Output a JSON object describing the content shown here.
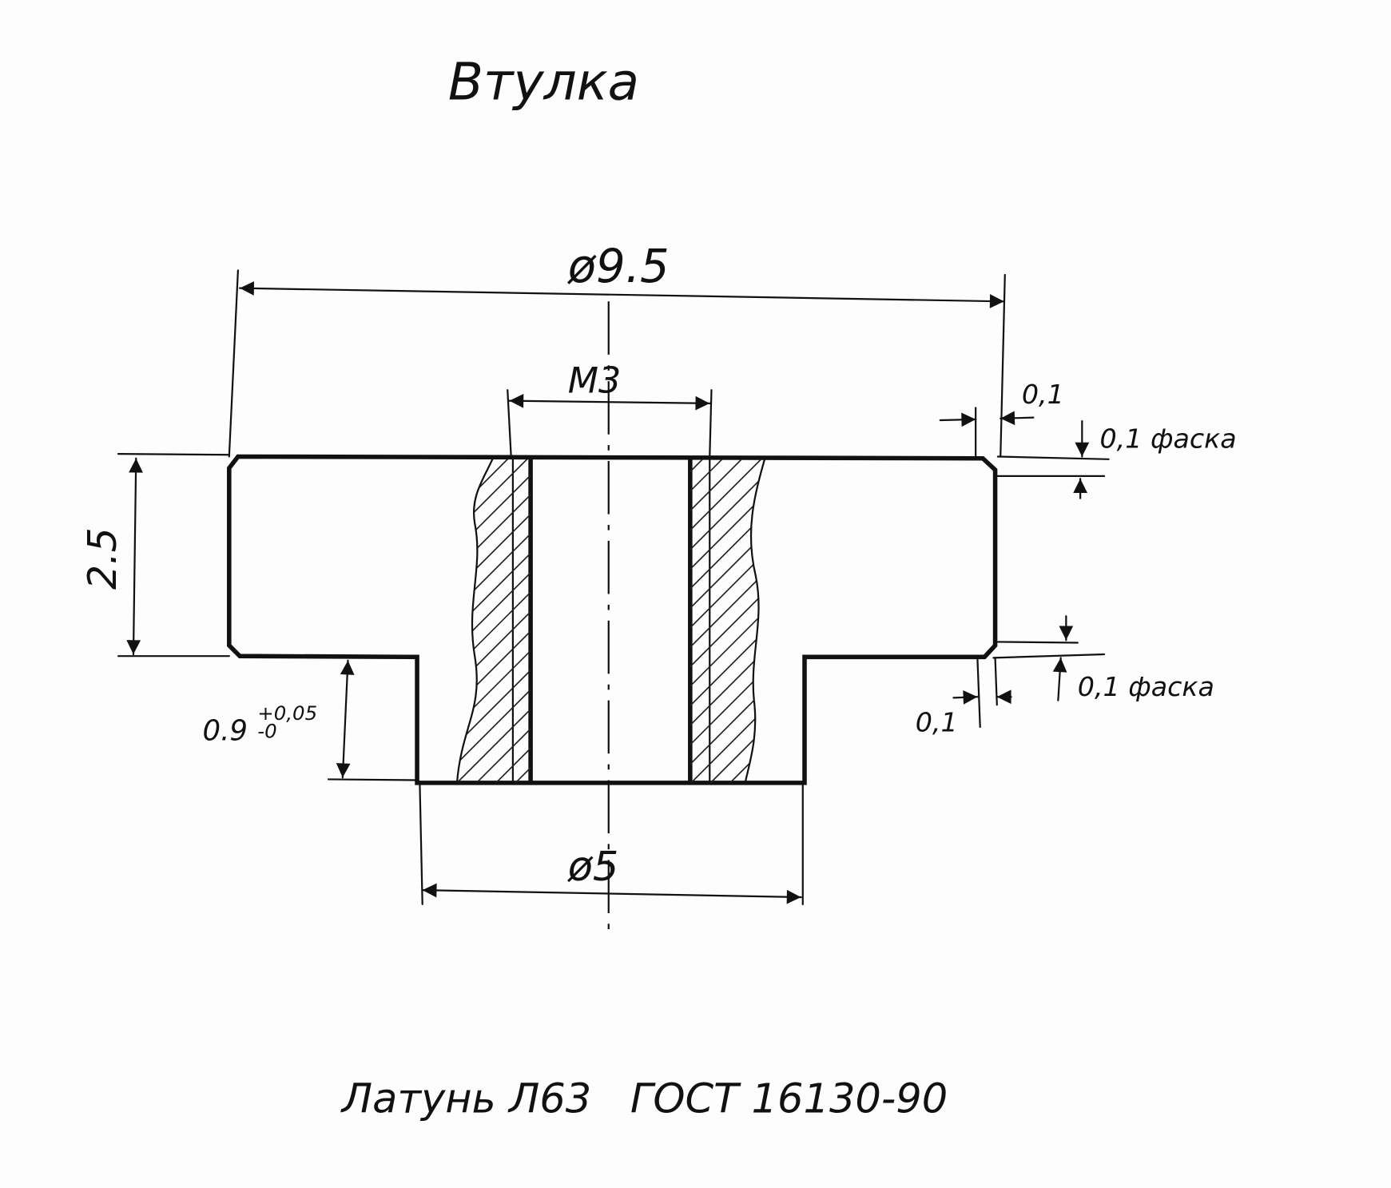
{
  "title": "Втулка",
  "dimensions": {
    "outer_diameter": "ø9.5",
    "thread": "M3",
    "flange_height": "2.5",
    "hub_height": "0.9",
    "hub_tol_upper": "+0,05",
    "hub_tol_lower": "-0",
    "hub_diameter": "ø5",
    "chamfer_top_width": "0,1",
    "chamfer_top_label": "0,1 фаска",
    "chamfer_bottom_width": "0,1",
    "chamfer_bottom_label": "0,1 фаска"
  },
  "material": "Латунь Л63   ГОСТ 16130-90"
}
